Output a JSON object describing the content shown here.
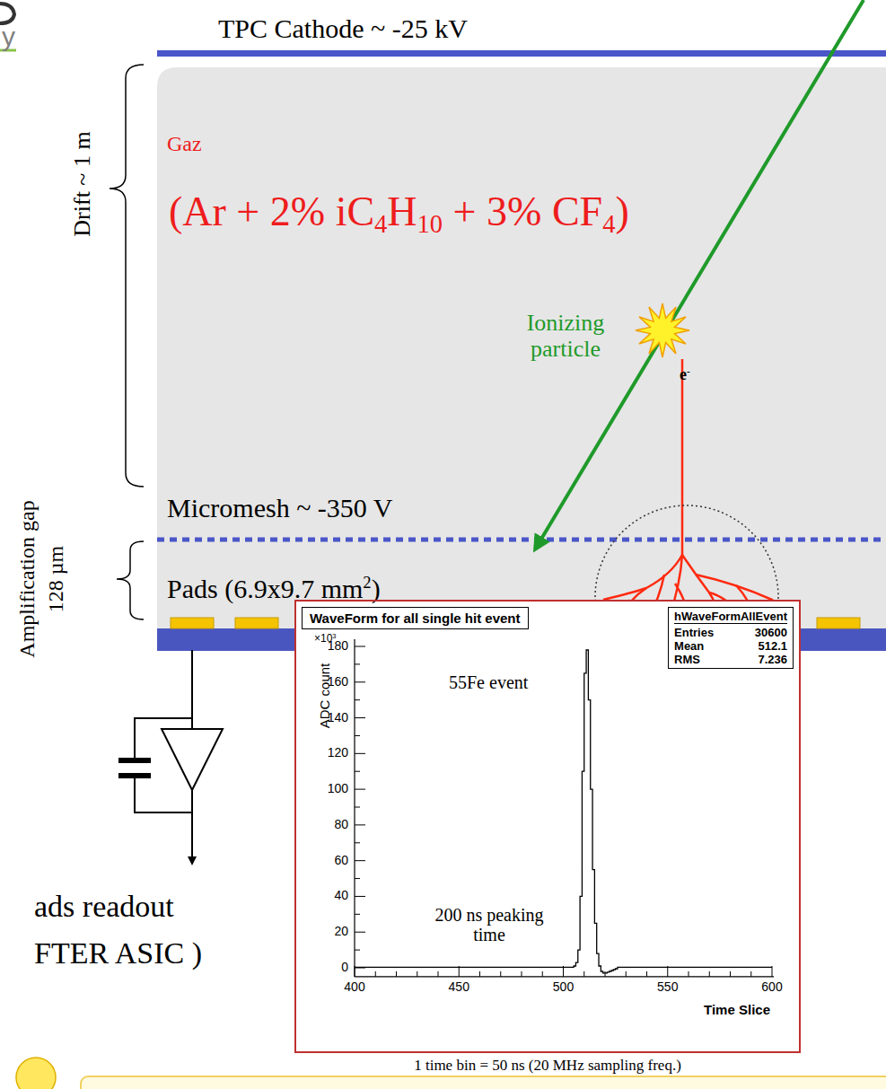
{
  "diagram": {
    "nodes": [
      {
        "text": [
          "WaveForm for all single hit event"
        ]
      },
      {
        "text": [
          "hWaveFormAllEvent",
          "Entries",
          "30600",
          "Mean",
          "512.1",
          "RMS",
          "7.236"
        ],
        "in": 0
      }
    ],
    "labels": [
      "y",
      "TPC Cathode ~ -25 kV",
      "Drift ~ 1 m",
      "Gaz",
      "(Ar + 2% iC4H10 + 3% CF4)",
      "Ionizing particle",
      "e-",
      "Micromesh ~ -350 V",
      "Amplification gap",
      "128 µm",
      "Pads (6.9x9.7 mm2)",
      "ads readout",
      "FTER ASIC )",
      "×103",
      "180",
      "160",
      "140",
      "120",
      "100",
      "80",
      "60",
      "40",
      "20",
      "0",
      "ADC count",
      "55Fe event",
      "200 ns peaking time",
      "400",
      "450",
      "500",
      "550",
      "600",
      "Time Slice",
      "1 time bin = 50 ns (20 MHz sampling freq.)"
    ]
  }
}
